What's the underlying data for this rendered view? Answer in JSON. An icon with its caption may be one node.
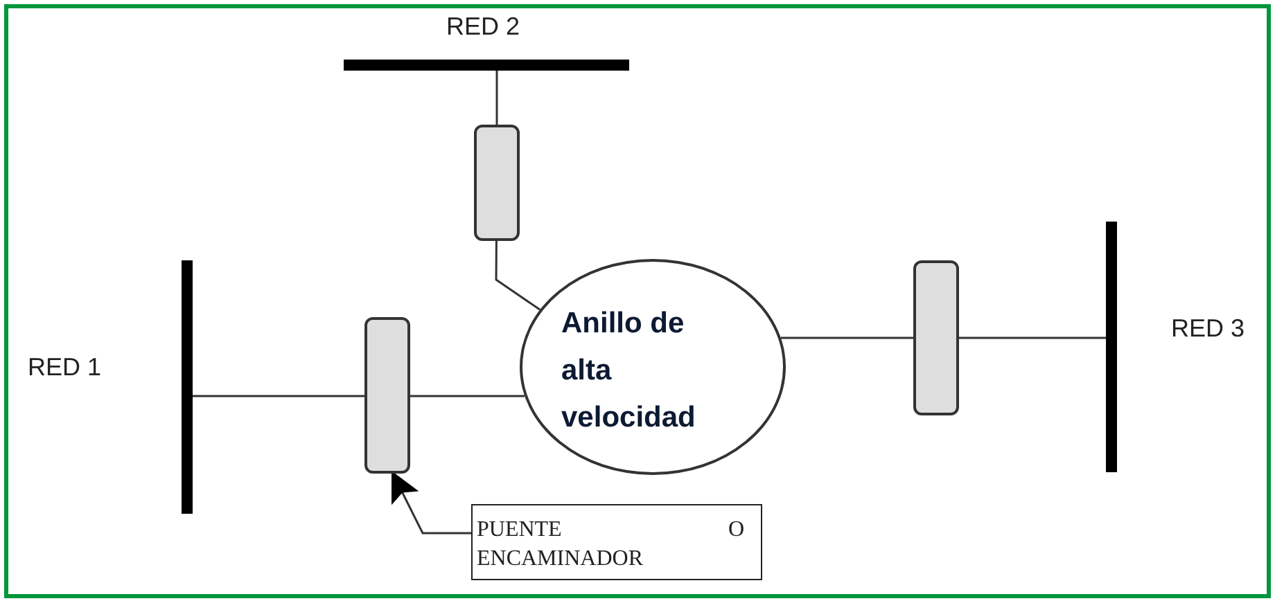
{
  "diagram": {
    "nodes": [
      {
        "text": [
          "RED 2"
        ]
      },
      {
        "text": [],
        "shape": "box"
      },
      {
        "text": [
          "RED 1"
        ]
      },
      {
        "text": [],
        "shape": "box"
      },
      {
        "text": [
          "Anillo de alta velocidad"
        ]
      },
      {
        "text": [],
        "shape": "box"
      },
      {
        "text": [
          "RED 3"
        ]
      },
      {
        "text": [
          "PUENTE O ENCAMINADOR"
        ]
      }
    ],
    "edges": [
      {
        "from": 0,
        "to": 1,
        "arrow": "none"
      },
      {
        "from": 1,
        "to": 4,
        "arrow": "none"
      },
      {
        "from": 2,
        "to": 3,
        "arrow": "none"
      },
      {
        "from": 3,
        "to": 4,
        "arrow": "none"
      },
      {
        "from": 4,
        "to": 5,
        "arrow": "none"
      },
      {
        "from": 5,
        "to": 6,
        "arrow": "none"
      },
      {
        "from": 7,
        "to": 3,
        "arrow": "to"
      }
    ]
  }
}
